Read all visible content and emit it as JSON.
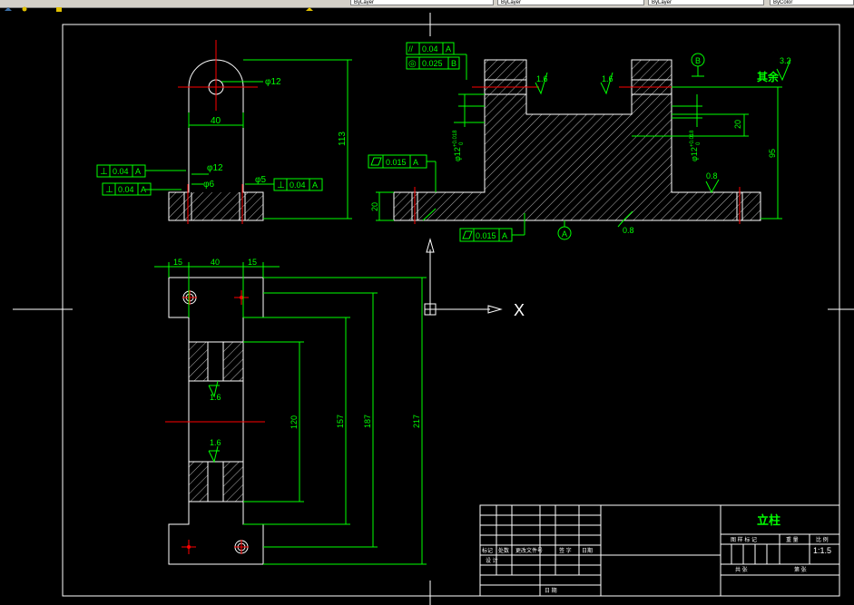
{
  "toolbar": {
    "fields": [
      "ByLayer",
      "ByLayer",
      "ByLayer",
      "ByColor"
    ]
  },
  "colors": {
    "background": "#000000",
    "outline": "#ffffff",
    "dimension": "#00ff00",
    "centerline": "#ff0000",
    "hatch": "#ffffff"
  },
  "axes": {
    "x_label": "X"
  },
  "front_view": {
    "dia_top": "φ12",
    "width_40": "40",
    "height_113": "113",
    "dia_mid": "φ12",
    "dia_6": "φ6",
    "dia_5": "φ5",
    "tol_left_1": {
      "symbol": "⊥",
      "value": "0.04",
      "datum": "A"
    },
    "tol_left_2": {
      "symbol": "⊥",
      "value": "0.04",
      "datum": "A"
    },
    "tol_right": {
      "symbol": "⊥",
      "value": "0.04",
      "datum": "A"
    }
  },
  "side_view": {
    "tol_parallel": {
      "symbol": "//",
      "value": "0.04",
      "datum": "A"
    },
    "tol_concentric": {
      "symbol": "◎",
      "value": "0.025",
      "datum": "B"
    },
    "rough_1": "1.6",
    "rough_2": "1.6",
    "datum_b": "B",
    "rest_label": "其余",
    "rough_rest": "3.2",
    "dim_20_right": "20",
    "dim_95": "95",
    "dim_20_left": "20",
    "dia_left": "φ12",
    "dia_left_tol": "+0.018",
    "dia_left_tol2": "0",
    "dia_right": "φ12",
    "dia_right_tol": "+0.018",
    "dia_right_tol2": "0",
    "flat_1": {
      "value": "0.015",
      "datum": "A"
    },
    "flat_2": {
      "value": "0.015",
      "datum": "A"
    },
    "rough_08_a": "0.8",
    "rough_08_b": "0.8",
    "datum_a": "A"
  },
  "plan_view": {
    "dim_15_left": "15",
    "dim_40": "40",
    "dim_15_right": "15",
    "dim_120": "120",
    "dim_157": "157",
    "dim_187": "187",
    "dim_217": "217",
    "rough_top": "1.6",
    "rough_bottom": "1.6"
  },
  "title_block": {
    "title": "立柱",
    "scale_label": "比 例",
    "scale_value": "1:1.5",
    "labels_left": [
      "标记",
      "处数",
      "更改文件号",
      "签 字",
      "日期"
    ],
    "design_label": "设 计",
    "date_label": "日 期",
    "weight_label": "重 量",
    "sheet_total_label": "共  张",
    "sheet_label": "第  张",
    "stage_label": "图 样 标 记"
  }
}
